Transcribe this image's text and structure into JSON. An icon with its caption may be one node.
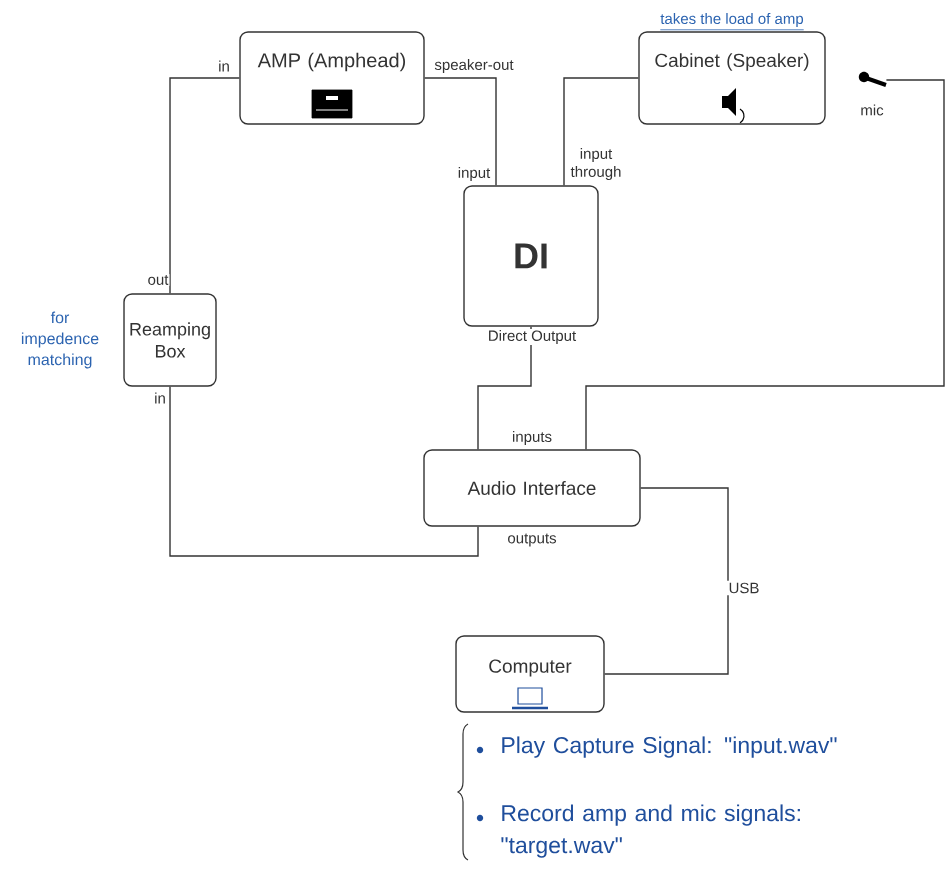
{
  "diagram": {
    "nodes": [
      {
        "text": [
          "AMP (Amphead)"
        ]
      },
      {
        "text": [
          "Cabinet (Speaker)"
        ],
        "beside": [
          "takes the load of amp"
        ]
      },
      {
        "text": [],
        "shape": "picture",
        "beside": [
          "mic"
        ]
      },
      {
        "text": [
          "Reamping Box"
        ],
        "beside": [
          "for impedence matching"
        ]
      },
      {
        "text": [
          "DI"
        ]
      },
      {
        "text": [
          "Audio Interface"
        ]
      },
      {
        "text": [
          "Computer"
        ],
        "beside": [
          "Play Capture Signal: \"input.wav\"",
          "Record amp and mic signals: \"target.wav\""
        ]
      }
    ],
    "edges": [
      {
        "from": 3,
        "to": 0,
        "arrow": "none"
      },
      {
        "from": 0,
        "to": 4,
        "arrow": "none"
      },
      {
        "from": 4,
        "to": 1,
        "arrow": "none"
      },
      {
        "from": 4,
        "to": 5,
        "arrow": "none"
      },
      {
        "from": 2,
        "to": 5,
        "arrow": "none"
      },
      {
        "from": 5,
        "to": 3,
        "arrow": "none"
      },
      {
        "from": 5,
        "to": 6,
        "arrow": "none",
        "label": "USB"
      }
    ],
    "labels": [
      "in",
      "speaker-out",
      "input",
      "input through",
      "out",
      "in",
      "Direct Output",
      "inputs",
      "outputs"
    ]
  }
}
